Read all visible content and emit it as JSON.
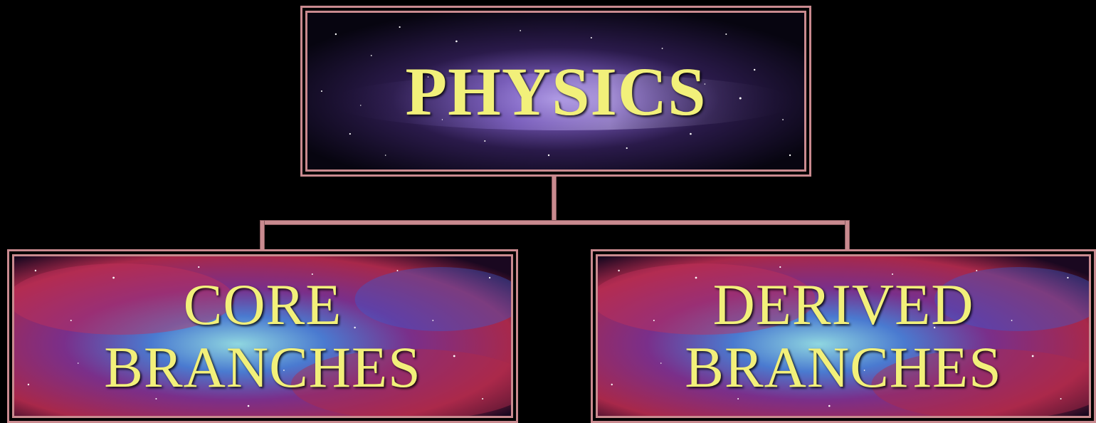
{
  "diagram": {
    "root": {
      "label": "PHYSICS"
    },
    "children": [
      {
        "line1": "CORE",
        "line2": "BRANCHES"
      },
      {
        "line1": "DERIVED",
        "line2": "BRANCHES"
      }
    ]
  },
  "colors": {
    "background": "#000000",
    "border": "#c98a8f",
    "text": "#f2f07a"
  }
}
